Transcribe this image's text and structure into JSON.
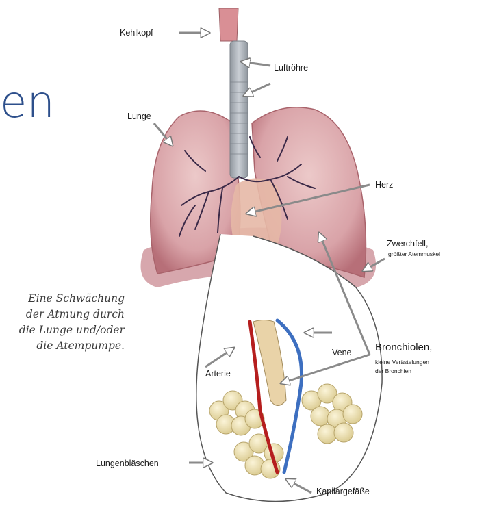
{
  "heading": "en",
  "caption": "Eine Schwächung der Atmung durch die Lunge und/oder die Atempumpe.",
  "labels": {
    "kehlkopf": "Kehlkopf",
    "luftroehre": "Luftröhre",
    "lunge": "Lunge",
    "herz": "Herz",
    "zwerchfell": "Zwerchfell,",
    "zwerchfell_sub": "größter Atemmuskel",
    "bronchiolen": "Bronchiolen,",
    "bronchiolen_sub1": "kleine Verästelungen",
    "bronchiolen_sub2": "der Bronchien",
    "vene": "Vene",
    "arterie": "Arterie",
    "lungenblaeschen": "Lungenbläschen",
    "kapillargefaesse": "Kapilargefäße"
  },
  "colors": {
    "heading": "#2d4f8b",
    "lung": "#d9a3a8",
    "lung_dark": "#b76f78",
    "trachea": "#a9afb6",
    "vessel_red": "#b51e1e",
    "vessel_blue": "#3d6fc0",
    "alveoli": "#efe3b2"
  }
}
